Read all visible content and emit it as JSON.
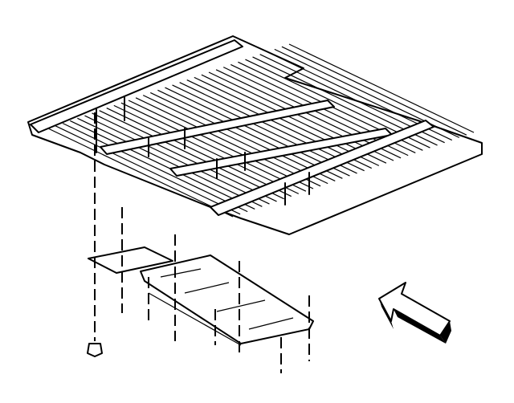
{
  "diagram": {
    "type": "exploded-view line drawing",
    "colors": {
      "stroke": "#000000",
      "background": "#ffffff"
    },
    "parts": [
      "floor-panel",
      "cross-members",
      "support-brackets",
      "fastener-bolt",
      "direction-arrow"
    ]
  }
}
